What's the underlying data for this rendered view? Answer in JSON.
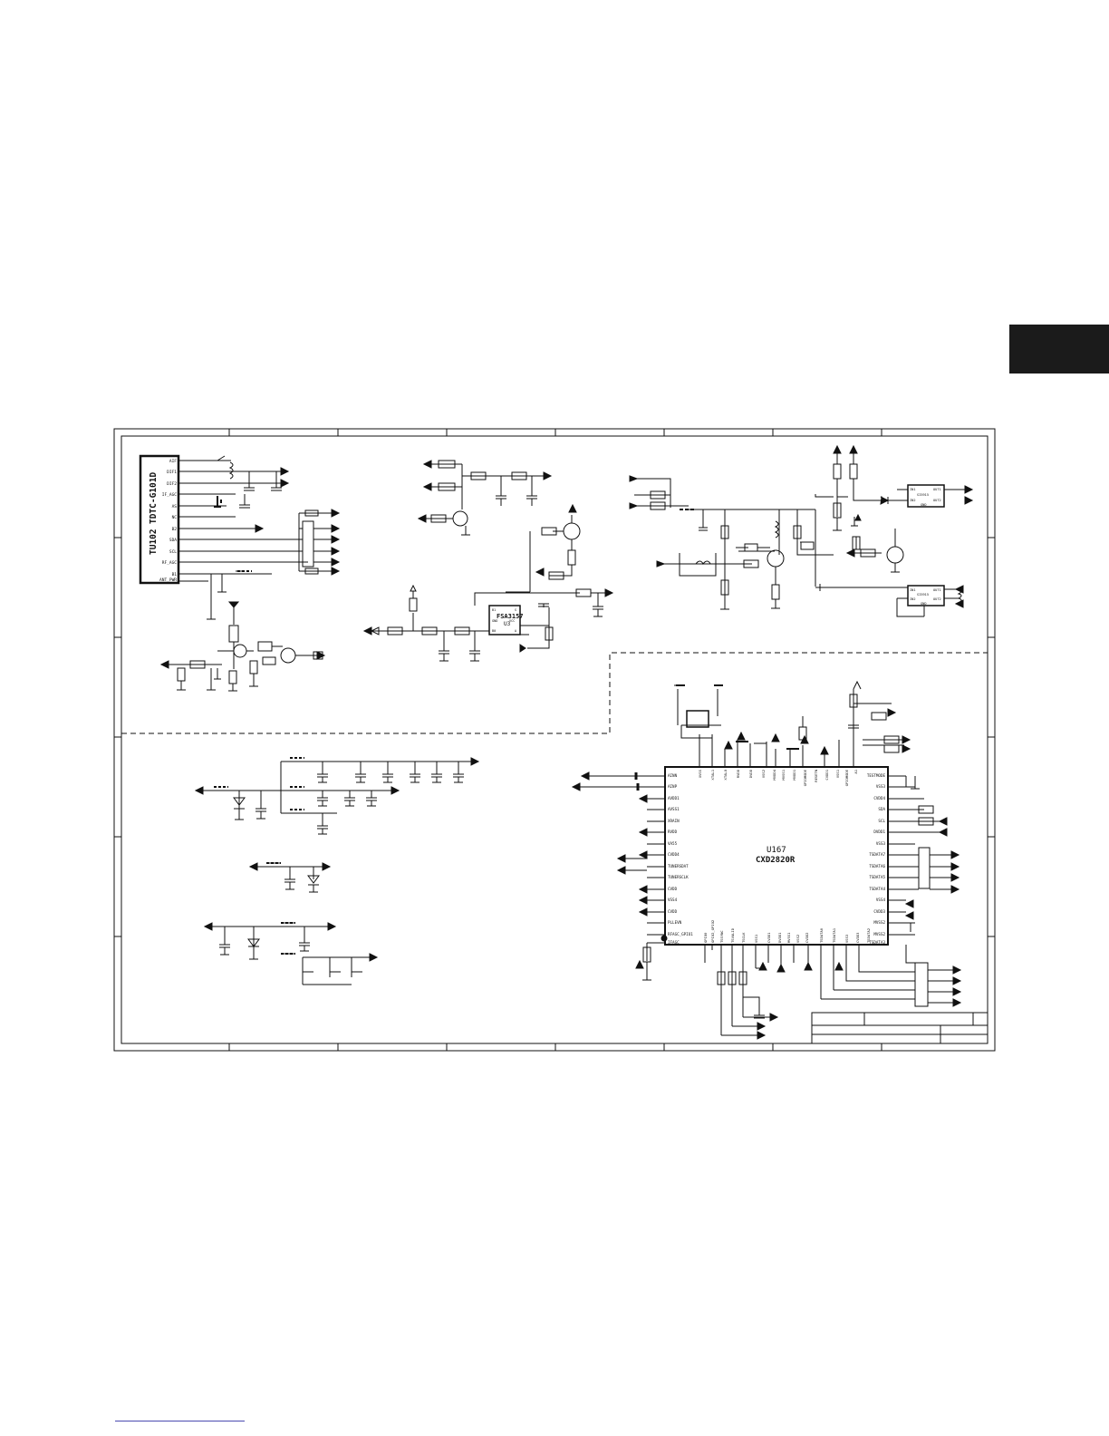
{
  "tuner": {
    "ref": "TU102",
    "part": "TDTC-G101D",
    "pins": [
      "AIF",
      "DIF1",
      "DIF2",
      "IF_AGC",
      "AS",
      "NC",
      "B2",
      "SDA",
      "SCL",
      "RF_AGC",
      "B1",
      "ANT_PWR"
    ]
  },
  "switch_ic": {
    "part": "FSA3157",
    "ref": "U3",
    "pins": [
      "B1",
      "GND",
      "B0",
      "S",
      "VCC",
      "A"
    ]
  },
  "regulators": [
    {
      "label": "SI5915",
      "pins": [
        "IN1",
        "IN2",
        "OUT1",
        "OUT2",
        "GND"
      ]
    },
    {
      "label": "SI5915",
      "pins": [
        "IN1",
        "IN2",
        "OUT1",
        "OUT2",
        "GND"
      ]
    }
  ],
  "demod": {
    "ref": "U167",
    "part": "CXD2820R",
    "left_pins": [
      "AINN",
      "AINP",
      "AVDD1",
      "AVSS1",
      "XRAIN",
      "RVDD",
      "VA55",
      "CVDD4",
      "TUNERSDAT",
      "TUNERSCLK",
      "CVDD",
      "VSS4",
      "CVDD",
      "PLLEVN",
      "RFAGC_GPIO1",
      "IFAGC"
    ],
    "right_pins": [
      "TESTMODE",
      "VSS3",
      "CVDD4",
      "SDA",
      "SCL",
      "DVDD1",
      "VSS3",
      "TSDATA7",
      "TSDATA6",
      "TSDATA5",
      "TSDATA4",
      "VSS4",
      "CVDD3",
      "MVSS2",
      "MVSS2",
      "TSDATA3"
    ],
    "top_pins": [
      "XVSS",
      "XTAL1",
      "XTALO",
      "RVDD",
      "DVDD",
      "VSS2",
      "MVDD4",
      "MVSS1",
      "MVDD1",
      "GPIOMODE",
      "RESETN",
      "CVDD1",
      "VSS1",
      "GPIOMODE",
      "A1"
    ],
    "bottom_pins": [
      "GPIO0",
      "GPIO2_GPIO2",
      "TSSYNC",
      "TSVALID",
      "TSCLK",
      "VSS1",
      "CVDD1",
      "DVDD1",
      "MVSS1",
      "VSS2",
      "CVDD2",
      "TSDATA0",
      "TSDATA1",
      "VSS3",
      "CVDD3",
      "TSDATA2"
    ]
  }
}
